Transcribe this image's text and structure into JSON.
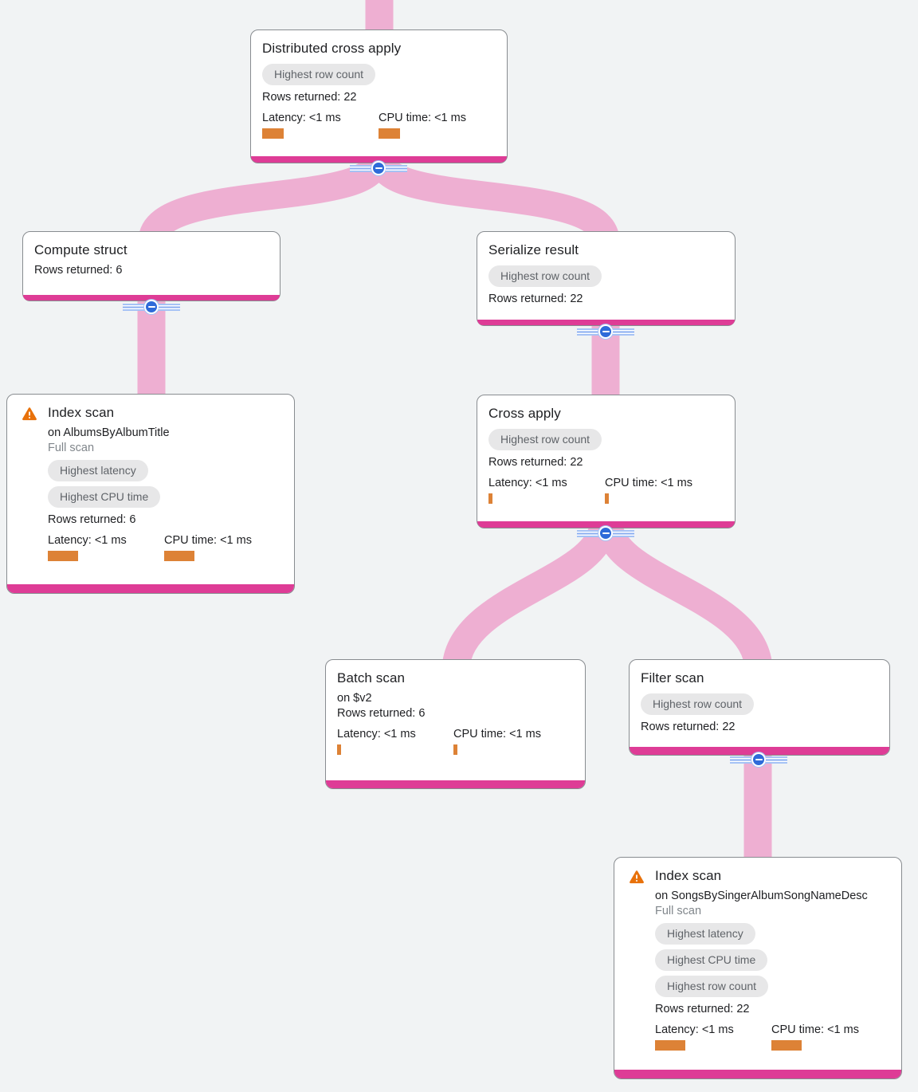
{
  "app": {
    "name": "Query execution plan graph"
  },
  "theme": {
    "background": "#F1F3F4",
    "edge_pink": "#EEAFD2",
    "node_bottom_bar_pink": "#DE3C96",
    "badge_bg": "#E7E7E8",
    "badge_text": "#5F6368",
    "metric_bar_orange": "#DD8236",
    "warning_icon_orange": "#E8710A",
    "collapse_button_blue": "#2E6BD9"
  },
  "nodes": [
    {
      "title": "Distributed cross apply",
      "badges": [
        "Highest row count"
      ],
      "rows_returned": "Rows returned: 22",
      "latency_label": "Latency: <1 ms",
      "cpu_label": "CPU time: <1 ms",
      "latency_bar_style": "width:27px",
      "cpu_bar_style": "width:27px"
    },
    {
      "title": "Compute struct",
      "rows_returned": "Rows returned: 6"
    },
    {
      "title": "Serialize result",
      "badges": [
        "Highest row count"
      ],
      "rows_returned": "Rows returned: 22"
    },
    {
      "title": "Index scan",
      "subtitle": "on AlbumsByAlbumTitle",
      "scan_type": "Full scan",
      "badges": [
        "Highest latency",
        "Highest CPU time"
      ],
      "rows_returned": "Rows returned: 6",
      "latency_label": "Latency: <1 ms",
      "cpu_label": "CPU time: <1 ms",
      "latency_bar_style": "width:38px",
      "cpu_bar_style": "width:38px"
    },
    {
      "title": "Cross apply",
      "badges": [
        "Highest row count"
      ],
      "rows_returned": "Rows returned: 22",
      "latency_label": "Latency: <1 ms",
      "cpu_label": "CPU time: <1 ms",
      "latency_bar_style": "width:5px",
      "cpu_bar_style": "width:5px"
    },
    {
      "title": "Batch scan",
      "subtitle": "on $v2",
      "rows_returned": "Rows returned: 6",
      "latency_label": "Latency: <1 ms",
      "cpu_label": "CPU time: <1 ms",
      "latency_bar_style": "width:5px",
      "cpu_bar_style": "width:5px"
    },
    {
      "title": "Filter scan",
      "badges": [
        "Highest row count"
      ],
      "rows_returned": "Rows returned: 22"
    },
    {
      "title": "Index scan",
      "subtitle": "on SongsBySingerAlbumSongNameDesc",
      "scan_type": "Full scan",
      "badges": [
        "Highest latency",
        "Highest CPU time",
        "Highest row count"
      ],
      "rows_returned": "Rows returned: 22",
      "latency_label": "Latency: <1 ms",
      "cpu_label": "CPU time: <1 ms",
      "latency_bar_style": "width:38px",
      "cpu_bar_style": "width:38px"
    }
  ]
}
